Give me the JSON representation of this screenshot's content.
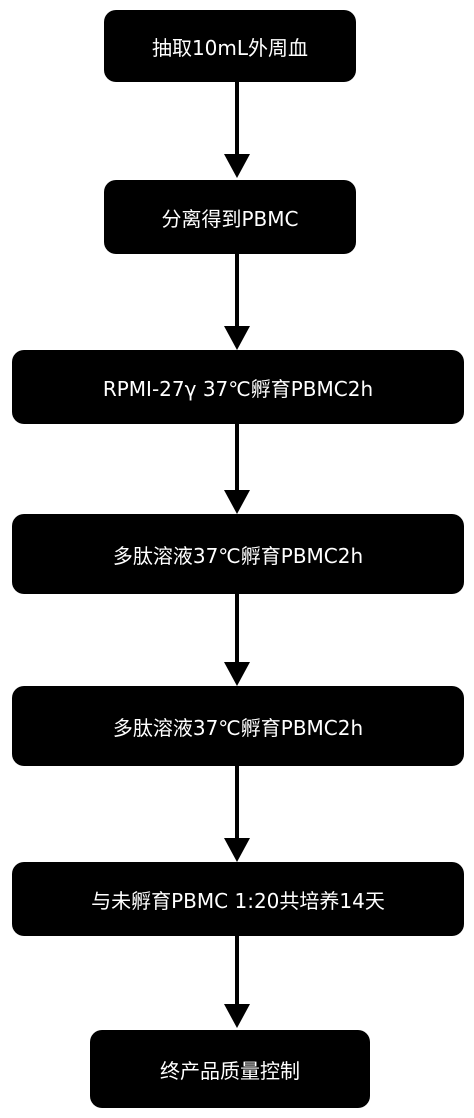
{
  "steps": [
    "抽取10mL外周血",
    "分离得到PBMC",
    "RPMI-27γ 37℃孵育PBMC2h",
    "多肽溶液37℃孵育PBMC2h",
    "多肽溶液37℃孵育PBMC2h",
    "与未孵育PBMC 1:20共培养14天",
    "终产品质量控制"
  ]
}
